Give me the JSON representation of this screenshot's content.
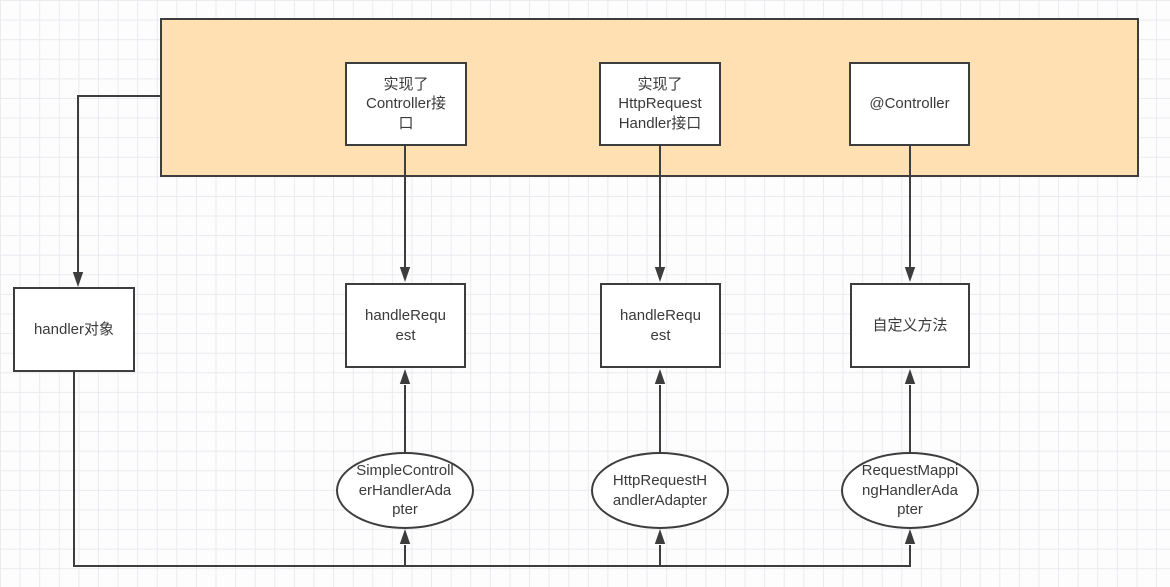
{
  "diagram": {
    "colors": {
      "highlight_fill": "#ffe0b2",
      "stroke": "#3d3d3d",
      "node_fill": "#ffffff",
      "grid_line": "#ebebef",
      "text": "#3a3a3a"
    },
    "nodes": {
      "implements_controller": "实现了\nController接\n口",
      "implements_httprequesthandler": "实现了\nHttpRequest\nHandler接口",
      "controller_annotation": "@Controller",
      "handler_object": "handler对象",
      "handle_request_1": "handleRequ\nest",
      "handle_request_2": "handleRequ\nest",
      "custom_method": "自定义方法",
      "simple_controller_handler_adapter": "SimpleControll\nerHandlerAda\npter",
      "http_request_handler_adapter": "HttpRequestH\nandlerAdapter",
      "request_mapping_handler_adapter": "RequestMappi\nngHandlerAda\npter"
    }
  }
}
